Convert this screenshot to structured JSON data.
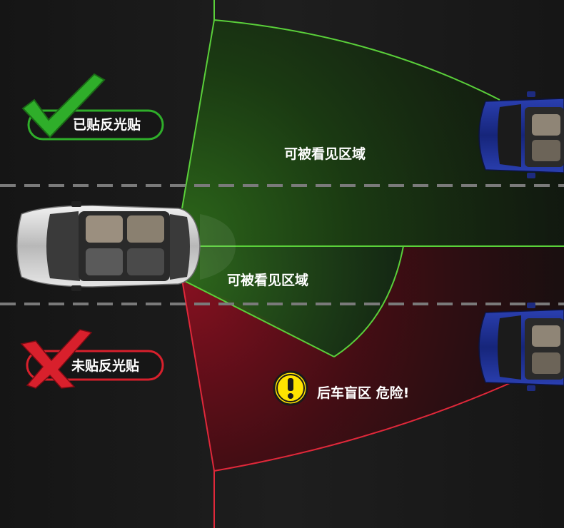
{
  "labels": {
    "good_badge": "已贴反光贴",
    "bad_badge": "未贴反光贴",
    "visible_zone_top": "可被看见区域",
    "visible_zone_mid": "可被看见区域",
    "danger_zone": "后车盲区  危险!"
  },
  "icons": {
    "good": "green-checkmark-icon",
    "bad": "red-x-icon",
    "warning": "exclamation-warning-icon",
    "vehicles": [
      "silver-car-icon",
      "blue-car-icon",
      "blue-car-icon"
    ]
  },
  "colors": {
    "background": "#1a1a1a",
    "visible_zone_stroke": "#5ad03a",
    "danger_zone_stroke": "#e0283a",
    "good_badge_border": "#2fae2a",
    "bad_badge_border": "#d8202c",
    "warning_fill": "#ffe400",
    "rival_car": "#1c2f8c",
    "own_car": "#c8c8c8",
    "lane_dash": "#7a7a7a"
  }
}
